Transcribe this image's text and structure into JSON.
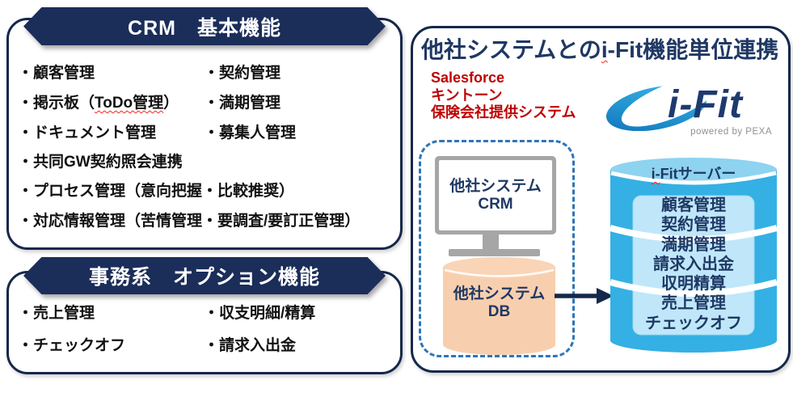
{
  "crm_box": {
    "title": "CRM　基本機能",
    "col1": {
      "customer": "・顧客管理",
      "board_pre": "・掲示板（",
      "board_wavy": "ToDo管理",
      "board_post": "）",
      "document": "・ドキュメント管理"
    },
    "col2": {
      "contract": "・契約管理",
      "maturity": "・満期管理",
      "agents": "・募集人管理"
    },
    "full": {
      "gw": "・共同GW契約照会連携",
      "process": "・プロセス管理（意向把握・比較推奨）",
      "response": "・対応情報管理（苦情管理・要調査/要訂正管理）"
    }
  },
  "options_box": {
    "title": "事務系　オプション機能",
    "items": [
      "・売上管理",
      "・チェックオフ",
      "・収支明細/精算",
      "・請求入出金"
    ]
  },
  "integration_box": {
    "title_pre": "他社システムとの",
    "title_wavy": "i",
    "title_post": "-Fit機能単位連携",
    "external_systems": [
      "Salesforce",
      "キントーン",
      "保険会社提供システム"
    ],
    "logo": {
      "wordmark": "i-Fit",
      "tagline": "powered by PEXA"
    },
    "external_group": {
      "monitor_line1": "他社システム",
      "monitor_line2": "CRM",
      "db_line1": "他社システム",
      "db_line2": "DB"
    },
    "server": {
      "title_wavy": "i-",
      "title_rest": "Fitサーバー",
      "functions": [
        "顧客管理",
        "契約管理",
        "満期管理",
        "請求入出金",
        "収明精算",
        "売上管理",
        "チェックオフ"
      ]
    }
  },
  "colors": {
    "box_border_navy": "#15284b",
    "ribbon_navy": "#1b2d59",
    "title_navy": "#1f3864",
    "red_text": "#c00000",
    "spellcheck_red": "#ff1f1f",
    "dashed_blue": "#2e75b6",
    "cylinder_blue": "#34b0e4",
    "cylinder_lid_blue": "#8ed3f0",
    "panel_blue": "#bfe7f9",
    "db_peach": "#f8cfae",
    "monitor_gray": "#a6a6a6",
    "logo_navy": "#1e3a6e",
    "logo_gradient_start": "#3bbdee",
    "logo_gradient_end": "#0f72b8",
    "arrow_navy": "#15284b"
  }
}
